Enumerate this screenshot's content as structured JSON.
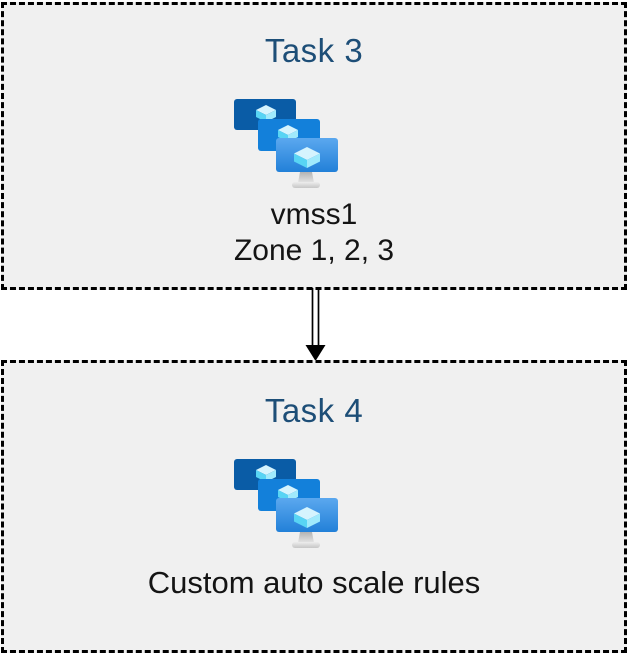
{
  "boxes": [
    {
      "title": "Task 3",
      "lines": [
        "vmss1",
        "Zone 1, 2, 3"
      ]
    },
    {
      "title": "Task 4",
      "lines": [
        "Custom auto scale rules"
      ]
    }
  ],
  "icon": {
    "name": "vmss-icon",
    "meaning": "virtual machine scale set (stacked monitors with cubes)"
  },
  "arrow": {
    "direction": "down"
  },
  "colors": {
    "box_background": "#f0f0f0",
    "box_border": "#000000",
    "title_text": "#1d4e77",
    "body_text": "#141414",
    "monitor_back": "#0a5ca6",
    "monitor_middle": "#1380da",
    "monitor_front_top": "#5ba8ef",
    "monitor_front_bottom": "#2280d8",
    "cube_top": "#d5f4fe",
    "cube_left": "#58d4f4",
    "cube_right": "#a0eafc",
    "stand_gray": "#c9c9c9",
    "arrow": "#000000"
  }
}
